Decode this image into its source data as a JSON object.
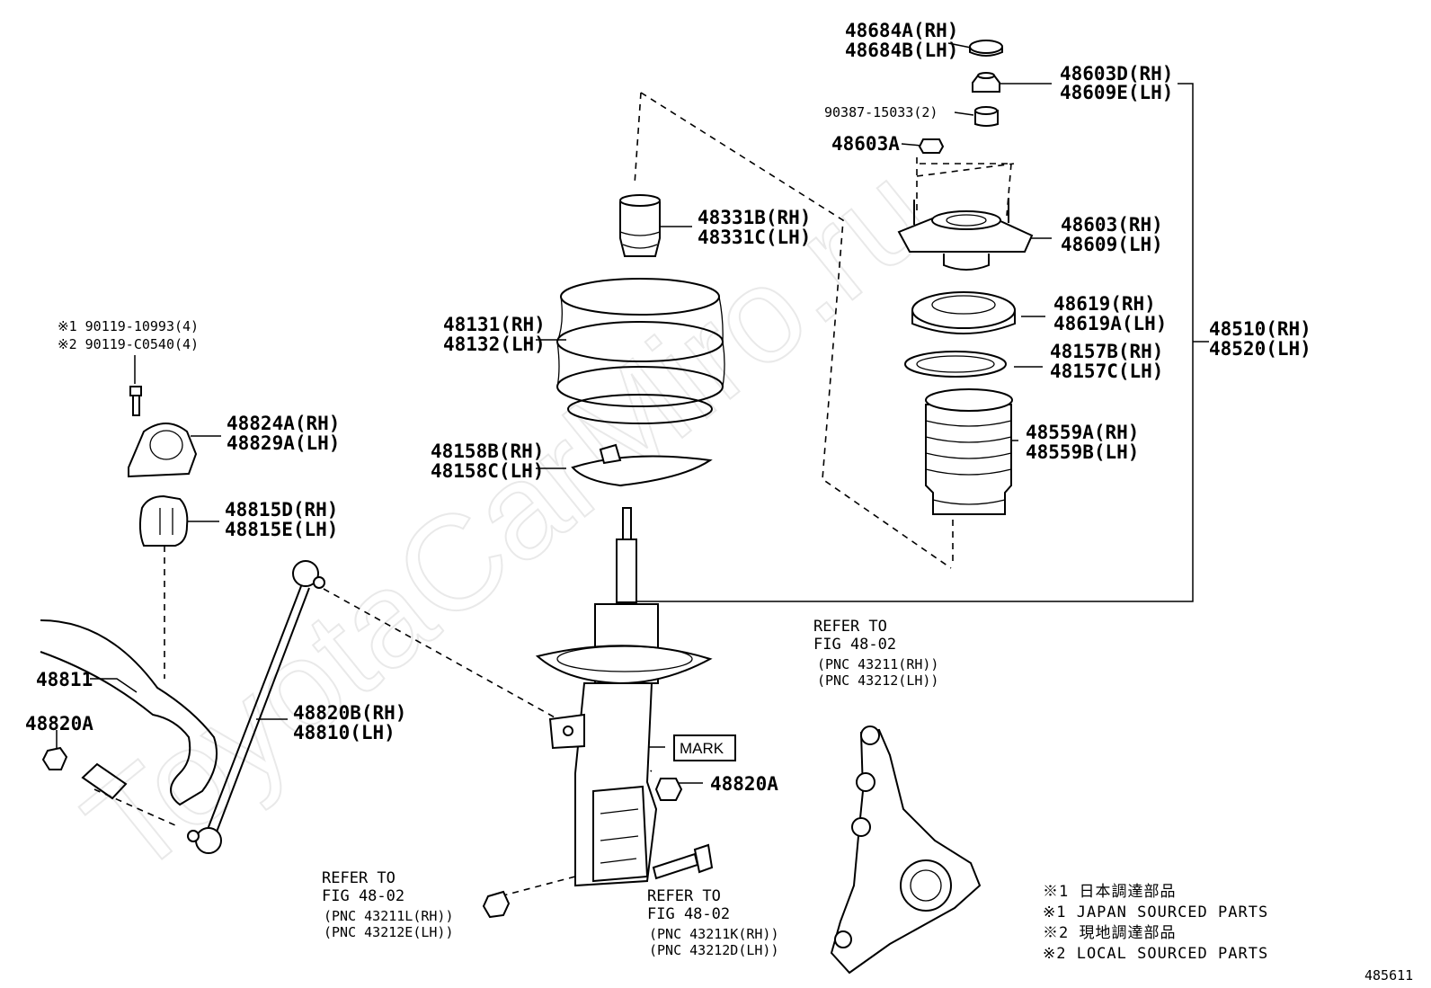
{
  "watermark": "ToyotaCarMiro.ru",
  "drawing_number": "485611",
  "mark_label": "MARK",
  "parts": {
    "cap_rh": "48684A(RH)",
    "cap_lh": "48684B(LH)",
    "nut_top_rh": "48603D(RH)",
    "nut_top_lh": "48609E(LH)",
    "collar": "90387-15033(2)",
    "nut_48603a": "48603A",
    "bump_rh": "48331B(RH)",
    "bump_lh": "48331C(LH)",
    "support_rh": "48603(RH)",
    "support_lh": "48609(LH)",
    "seat_upper_rh": "48619(RH)",
    "seat_upper_lh": "48619A(LH)",
    "insul_rh": "48157B(RH)",
    "insul_lh": "48157C(LH)",
    "boot_rh": "48559A(RH)",
    "boot_lh": "48559B(LH)",
    "spring_rh": "48131(RH)",
    "spring_lh": "48132(LH)",
    "lower_insul_rh": "48158B(RH)",
    "lower_insul_lh": "48158C(LH)",
    "strut_rh": "48510(RH)",
    "strut_lh": "48520(LH)",
    "bolt_note1": "※1 90119-10993(4)",
    "bolt_note2": "※2 90119-C0540(4)",
    "bracket_rh": "48824A(RH)",
    "bracket_lh": "48829A(LH)",
    "bushing_rh": "48815D(RH)",
    "bushing_lh": "48815E(LH)",
    "stabilizer": "48811",
    "nut_left": "48820A",
    "link_rh": "48820B(RH)",
    "link_lh": "48810(LH)",
    "nut_center": "48820A"
  },
  "refer_knuckle": {
    "line1": "REFER TO",
    "line2": "FIG 48-02",
    "pnc1": "(PNC 43211(RH))",
    "pnc2": "(PNC 43212(LH))"
  },
  "refer_nut": {
    "line1": "REFER TO",
    "line2": "FIG 48-02",
    "pnc1": "(PNC 43211L(RH))",
    "pnc2": "(PNC 43212E(LH))"
  },
  "refer_bolt": {
    "line1": "REFER TO",
    "line2": "FIG 48-02",
    "pnc1": "(PNC 43211K(RH))",
    "pnc2": "(PNC 43212D(LH))"
  },
  "legend": [
    "※1 日本調達部品",
    "※1 JAPAN SOURCED PARTS",
    "※2 現地調達部品",
    "※2 LOCAL SOURCED PARTS"
  ]
}
